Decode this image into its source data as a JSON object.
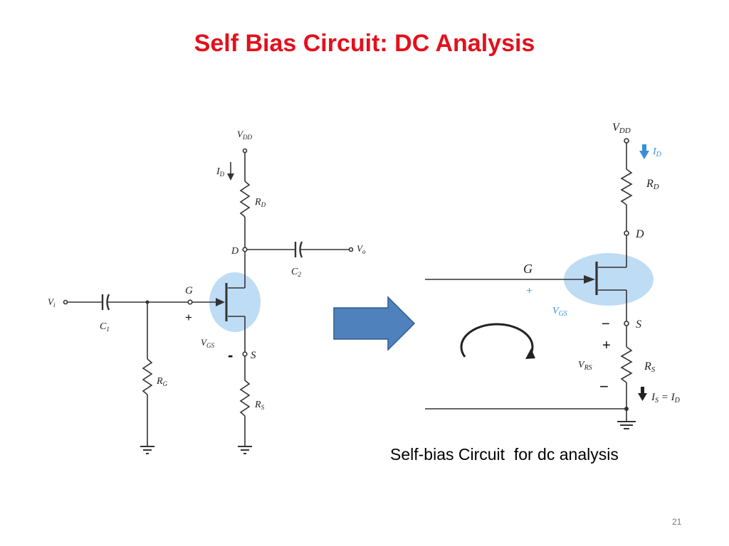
{
  "slide": {
    "title": "Self Bias Circuit: DC Analysis",
    "caption": "Self-bias Circuit  for dc analysis",
    "page_number": "21"
  },
  "colors": {
    "title": "#e3101c",
    "arrow_fill": "#4f81bd",
    "arrow_stroke": "#2e5c8f",
    "jfet_highlight": "#bfdcf5",
    "current_arrow": "#3a8fd6"
  },
  "left_circuit": {
    "vdd": {
      "main": "V",
      "sub": "DD"
    },
    "id": {
      "main": "I",
      "sub": "D"
    },
    "rd": {
      "main": "R",
      "sub": "D"
    },
    "d": "D",
    "c2": {
      "main": "C",
      "sub": "2"
    },
    "vo": {
      "main": "V",
      "sub": "o"
    },
    "vi": {
      "main": "V",
      "sub": "i"
    },
    "c1": {
      "main": "C",
      "sub": "1"
    },
    "g": "G",
    "plus": "+",
    "vgs": {
      "main": "V",
      "sub": "GS"
    },
    "minus": "-",
    "s": "S",
    "rg": {
      "main": "R",
      "sub": "G"
    },
    "rs": {
      "main": "R",
      "sub": "S"
    }
  },
  "right_circuit": {
    "vdd": {
      "main": "V",
      "sub": "DD"
    },
    "id": {
      "main": "I",
      "sub": "D"
    },
    "rd": {
      "main": "R",
      "sub": "D"
    },
    "d": "D",
    "g": "G",
    "plus": "+",
    "vgs": {
      "main": "V",
      "sub": "GS"
    },
    "minus": "−",
    "s": "S",
    "vrs_plus": "+",
    "vrs": {
      "main": "V",
      "sub": "RS"
    },
    "vrs_minus": "−",
    "rs": {
      "main": "R",
      "sub": "S"
    },
    "is_id": {
      "main": "I",
      "sub": "S",
      "eq": " = ",
      "main2": "I",
      "sub2": "D"
    }
  }
}
